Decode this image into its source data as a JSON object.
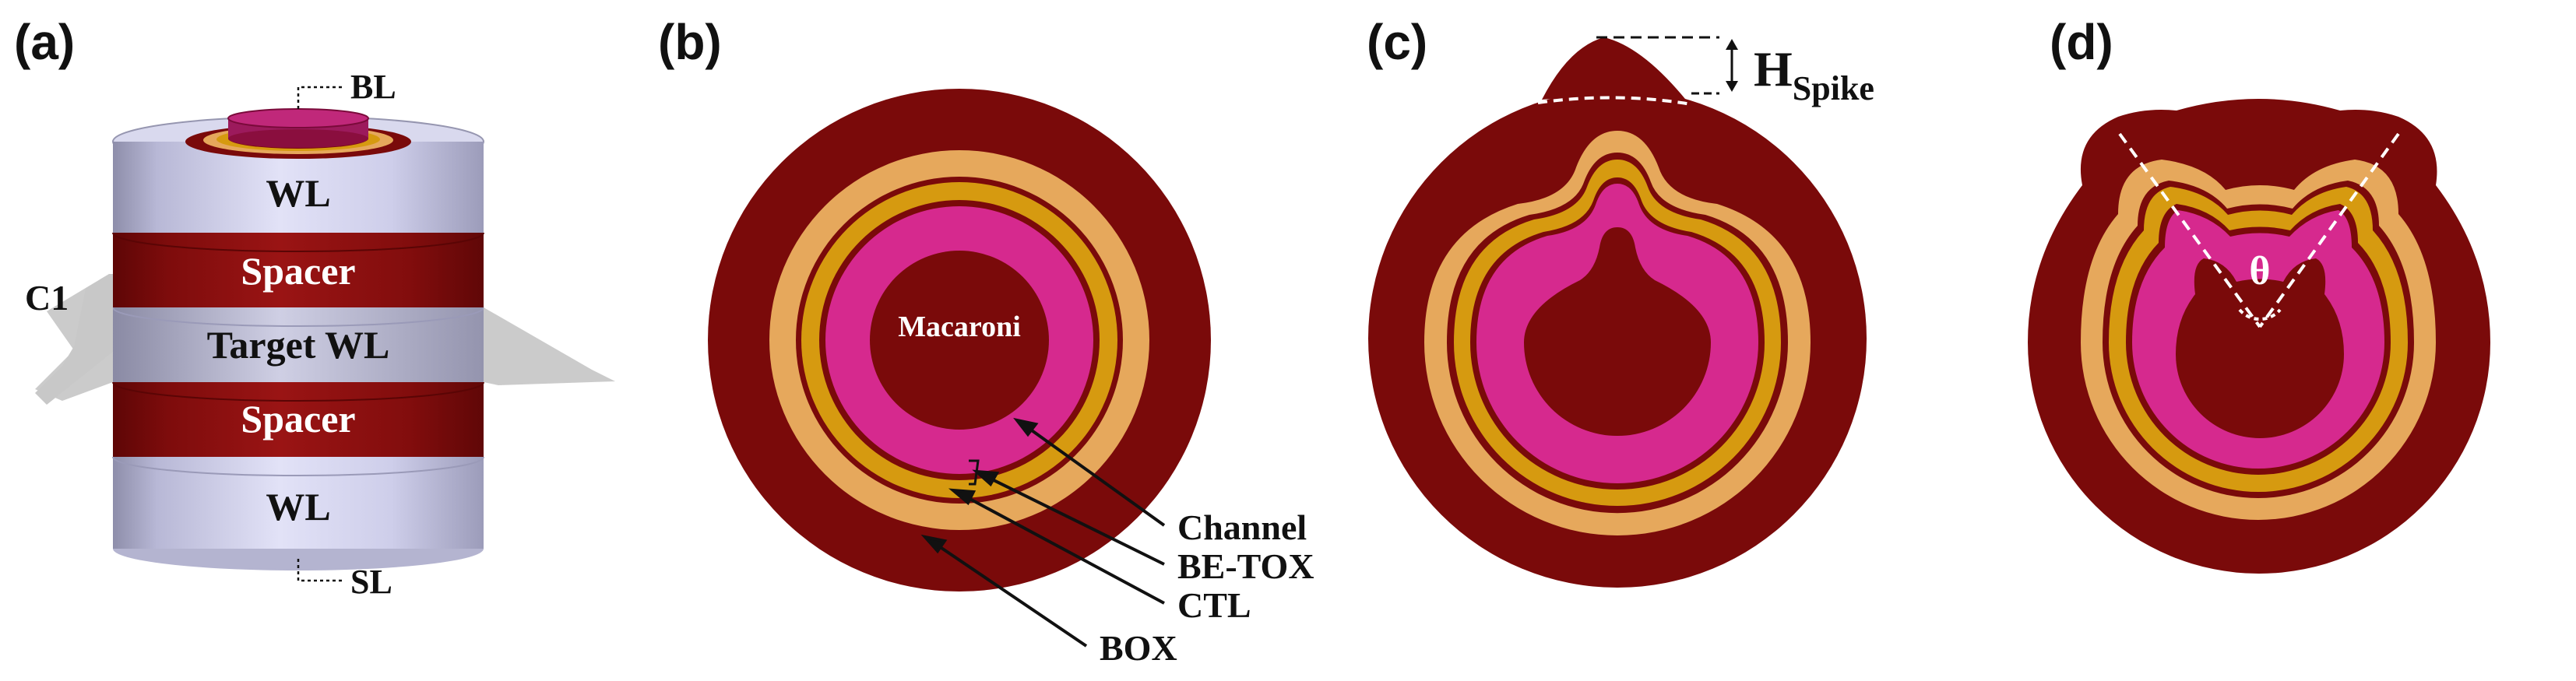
{
  "panels": [
    {
      "label": "(a)"
    },
    {
      "label": "(b)"
    },
    {
      "label": "(c)"
    },
    {
      "label": "(d)"
    }
  ],
  "panel_a": {
    "top_label": "BL",
    "bottom_label": "SL",
    "plane_label": "C1",
    "layers": [
      "WL",
      "Spacer",
      "Target WL",
      "Spacer",
      "WL"
    ]
  },
  "panel_b": {
    "center_label": "Macaroni",
    "callouts": [
      "Channel",
      "BE-TOX",
      "CTL",
      "BOX"
    ]
  },
  "panel_c": {
    "spike_label": "H",
    "spike_subscript": "Spike"
  },
  "panel_d": {
    "angle_label": "θ"
  },
  "colors": {
    "box_dark_red": "#7a0a0a",
    "be_tox_light": "#e6a85c",
    "ctl_gold": "#d69a10",
    "channel_magenta": "#d6298e",
    "wl_lavender": "#d6d6f2",
    "spacer_red": "#8c1010",
    "plane_gray": "#c8c8c8"
  }
}
